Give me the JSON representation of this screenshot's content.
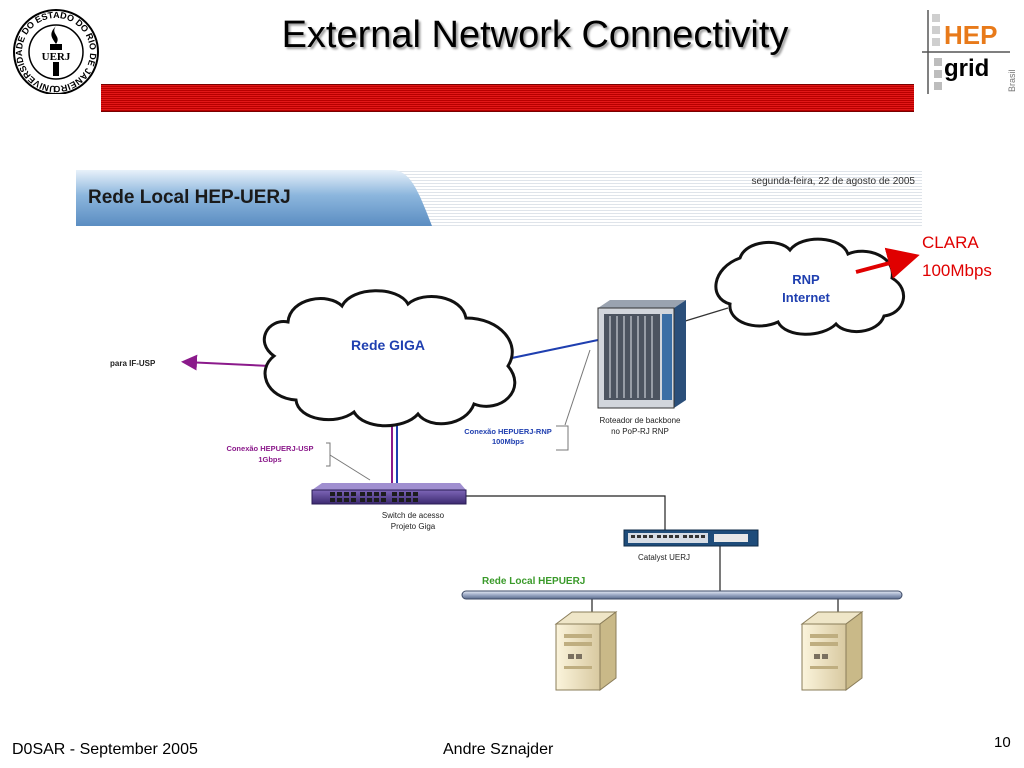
{
  "slide": {
    "title": "External Network Connectivity",
    "footer_left": "D0SAR - September 2005",
    "footer_center": "Andre Sznajder",
    "page_number": "10"
  },
  "logos": {
    "uerj_text": "UERJ",
    "uerj_ring": "UNIVERSIDADE DO ESTADO DO RIO DE JANEIRO",
    "hep_text": "HEP",
    "grid_text": "grid",
    "brasil_text": "Brasil"
  },
  "diagram": {
    "header_title": "Rede Local  HEP-UERJ",
    "date": "segunda-feira, 22 de agosto de 2005",
    "clouds": {
      "giga": "Rede GIGA",
      "rnp_line1": "RNP",
      "rnp_line2": "Internet"
    },
    "clara": {
      "line1": "CLARA",
      "line2": "100Mbps",
      "color": "#e00000"
    },
    "usp_label": "para IF-USP",
    "usp_conn": {
      "line1": "Conexão HEPUERJ-USP",
      "line2": "1Gbps",
      "color": "#8b1a8b"
    },
    "rnp_conn": {
      "line1": "Conexão HEPUERJ-RNP",
      "line2": "100Mbps",
      "color": "#1f3fb0"
    },
    "router": {
      "line1": "Roteador de backbone",
      "line2": "no PoP-RJ RNP"
    },
    "switch": {
      "line1": "Switch de acesso",
      "line2": "Projeto Giga"
    },
    "catalyst": "Catalyst UERJ",
    "lan": {
      "label": "Rede Local HEPUERJ",
      "color": "#3a9a2a"
    }
  }
}
